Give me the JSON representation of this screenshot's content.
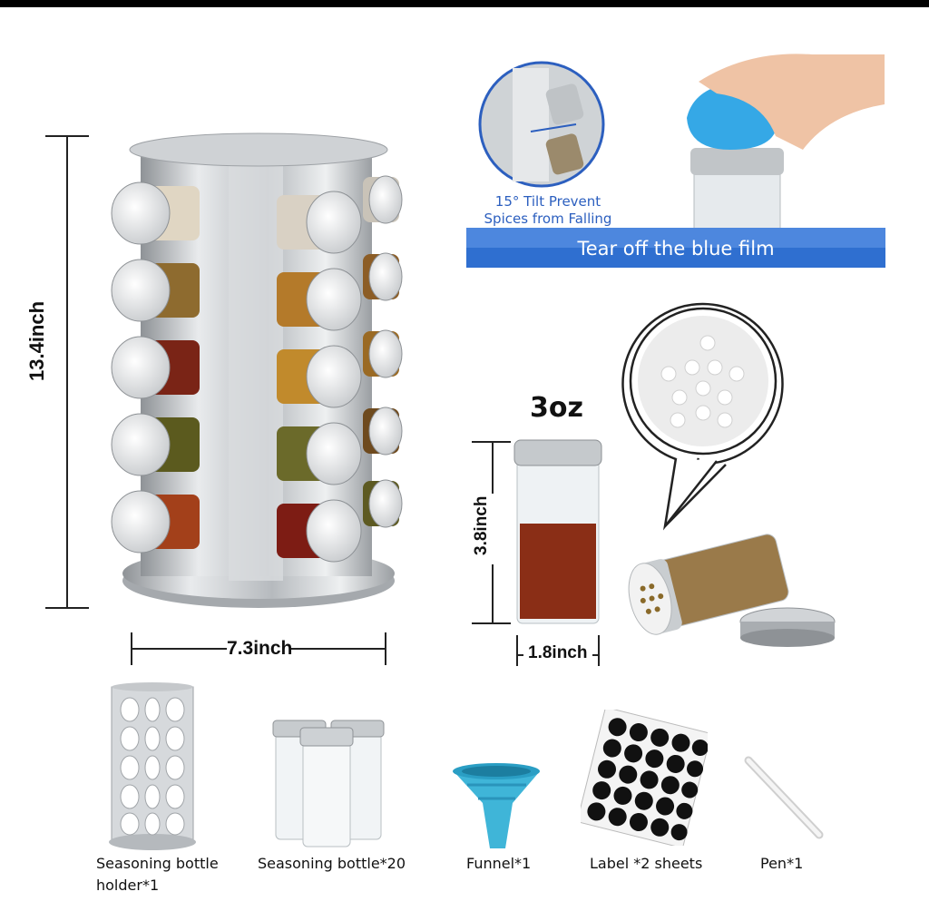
{
  "dimensions": {
    "height": "13.4inch",
    "width": "7.3inch",
    "jar_height": "3.8inch",
    "jar_width": "1.8inch",
    "capacity": "3oz"
  },
  "features": {
    "tilt_line1": "15°  Tilt Prevent",
    "tilt_line2": "Spices from Falling",
    "banner": "Tear off the blue film"
  },
  "items": [
    {
      "label": "Seasoning bottle holder*1"
    },
    {
      "label": "Seasoning bottle*20"
    },
    {
      "label": "Funnel*1"
    },
    {
      "label": "Label *2 sheets"
    },
    {
      "label": "Pen*1"
    }
  ],
  "colors": {
    "banner_blue": "#2f6fd0",
    "steel": "#c9cccf",
    "funnel": "#3fb5d8",
    "film": "#35a8e6"
  }
}
